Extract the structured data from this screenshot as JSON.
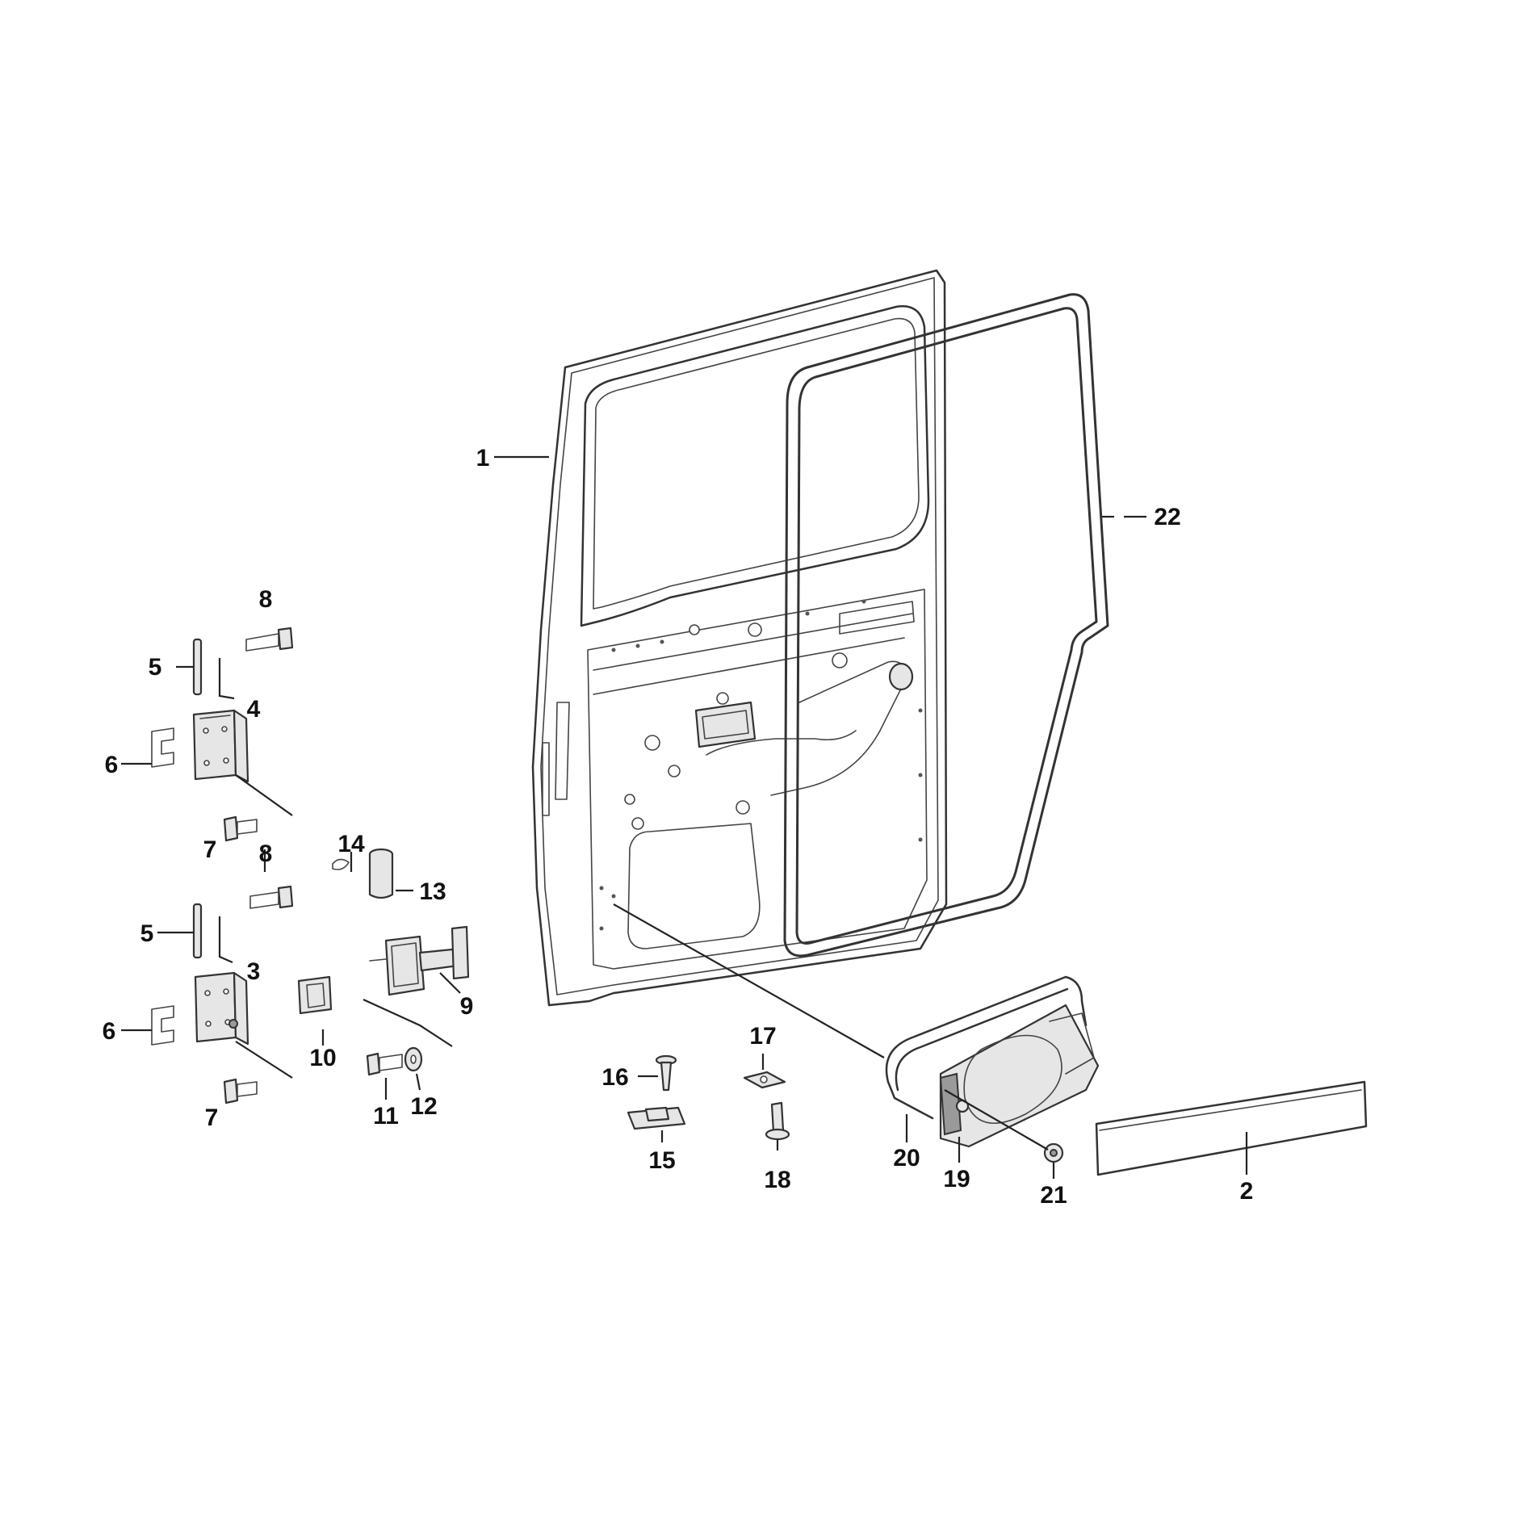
{
  "callouts": {
    "c1": "1",
    "c2": "2",
    "c3": "3",
    "c4": "4",
    "c5a": "5",
    "c5b": "5",
    "c6a": "6",
    "c6b": "6",
    "c7a": "7",
    "c7b": "7",
    "c8a": "8",
    "c8b": "8",
    "c9": "9",
    "c10": "10",
    "c11": "11",
    "c12": "12",
    "c13": "13",
    "c14": "14",
    "c15": "15",
    "c16": "16",
    "c17": "17",
    "c18": "18",
    "c19": "19",
    "c20": "20",
    "c21": "21",
    "c22": "22"
  },
  "colors": {
    "line": "#333333",
    "background": "#ffffff"
  }
}
